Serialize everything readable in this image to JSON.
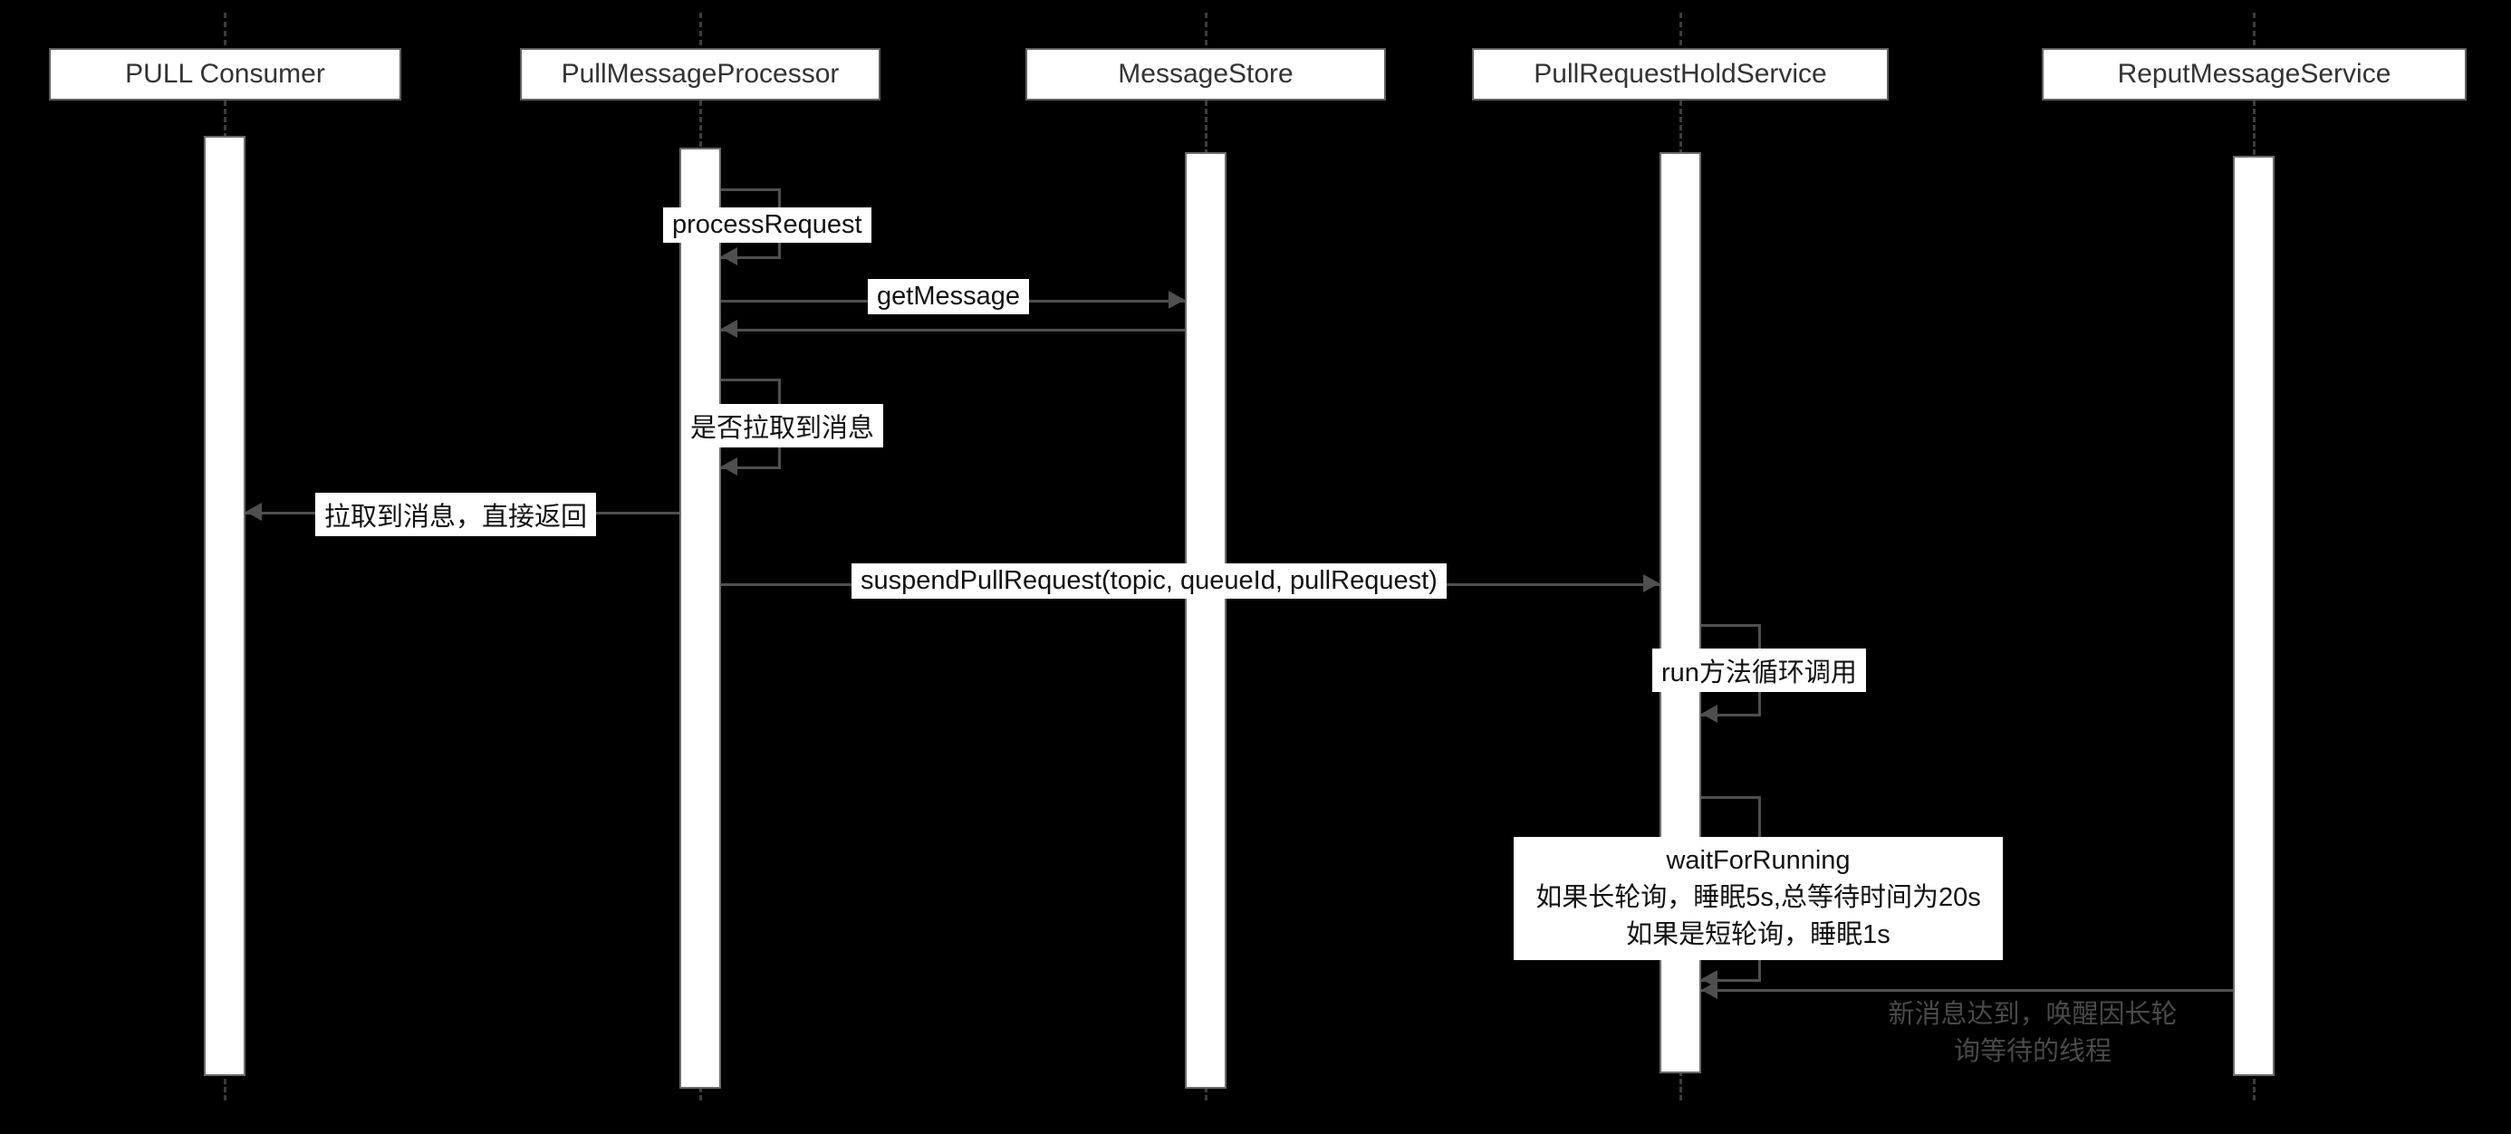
{
  "participants": [
    {
      "label": "PULL Consumer"
    },
    {
      "label": "PullMessageProcessor"
    },
    {
      "label": "MessageStore"
    },
    {
      "label": "PullRequestHoldService"
    },
    {
      "label": "ReputMessageService"
    }
  ],
  "messages": {
    "process_request": {
      "label": "processRequest"
    },
    "get_message": {
      "label": "getMessage"
    },
    "check_pulled": {
      "label": "是否拉取到消息"
    },
    "pulled_direct_return": {
      "label": "拉取到消息，直接返回"
    },
    "suspend_pull_request": {
      "label": "suspendPullRequest(topic, queueId, pullRequest)"
    },
    "run_loop": {
      "label": "run方法循环调用"
    },
    "wait_for_running": {
      "line1": "waitForRunning",
      "line2": "如果长轮询，睡眠5s,总等待时间为20s",
      "line3": "如果是短轮询，睡眠1s"
    },
    "new_message_arrive": {
      "line1": "新消息达到，唤醒因长轮",
      "line2": "询等待的线程"
    }
  },
  "colors": {
    "background": "#000000",
    "participant_fill": "#ffffff",
    "participant_text": "#333333",
    "box_border": "#5f5f5f",
    "line": "#4f4f4f",
    "label_bg": "#ffffff",
    "label_text": "#111111",
    "note_text": "#4a4a4a",
    "lifeline": "#3c3c3c",
    "activation_fill": "#ffffff",
    "activation_border": "#6b6b6b"
  }
}
